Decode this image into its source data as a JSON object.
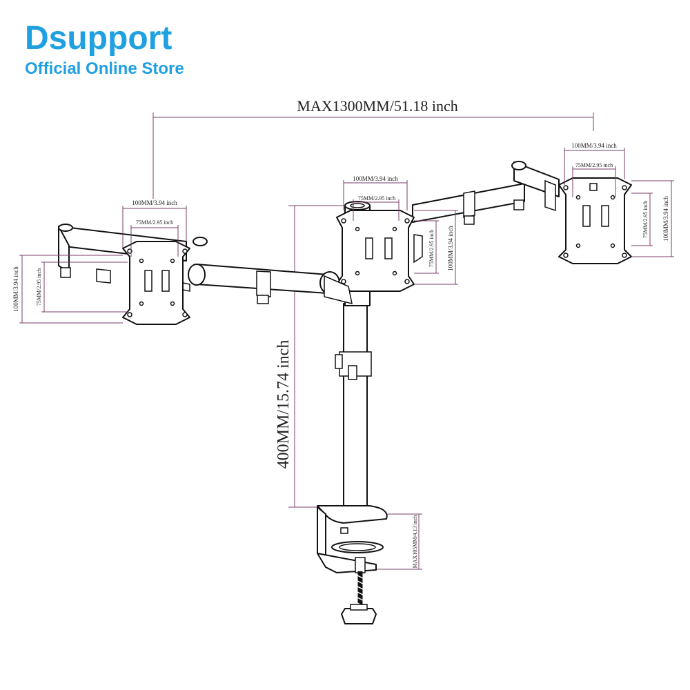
{
  "brand": {
    "name": "Dsupport",
    "subtitle": "Official Online Store",
    "color": "#1fa0e0"
  },
  "dimensions": {
    "max_span": "MAX1300MM/51.18 inch",
    "pole_height": "400MM/15.74 inch",
    "clamp_max": "MAX105MM/4.13 inch",
    "vesa_100": "100MM/3.94 inch",
    "vesa_75": "75MM/2.95 inch"
  },
  "colors": {
    "dimension_line": "#7a3d6b",
    "drawing": "#111111"
  }
}
